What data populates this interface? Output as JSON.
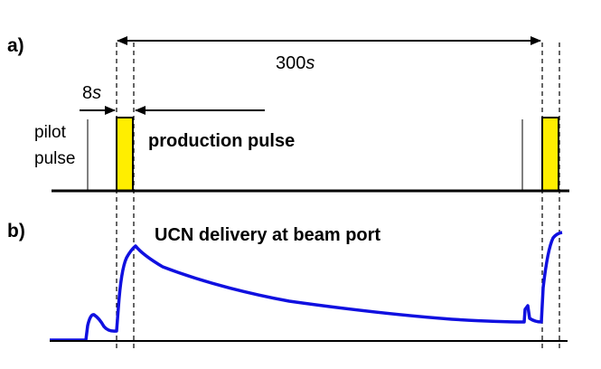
{
  "panel_a": {
    "label": "a)",
    "period_label": "300",
    "period_unit": "s",
    "pilot_label": "8",
    "pilot_unit": "s",
    "pilot_text_line1": "pilot",
    "pilot_text_line2": "pulse",
    "production_text": "production pulse",
    "pulse_color": "#ffee00"
  },
  "panel_b": {
    "label": "b)",
    "delivery_text": "UCN delivery at beam port",
    "curve_color": "#1010e0"
  }
}
